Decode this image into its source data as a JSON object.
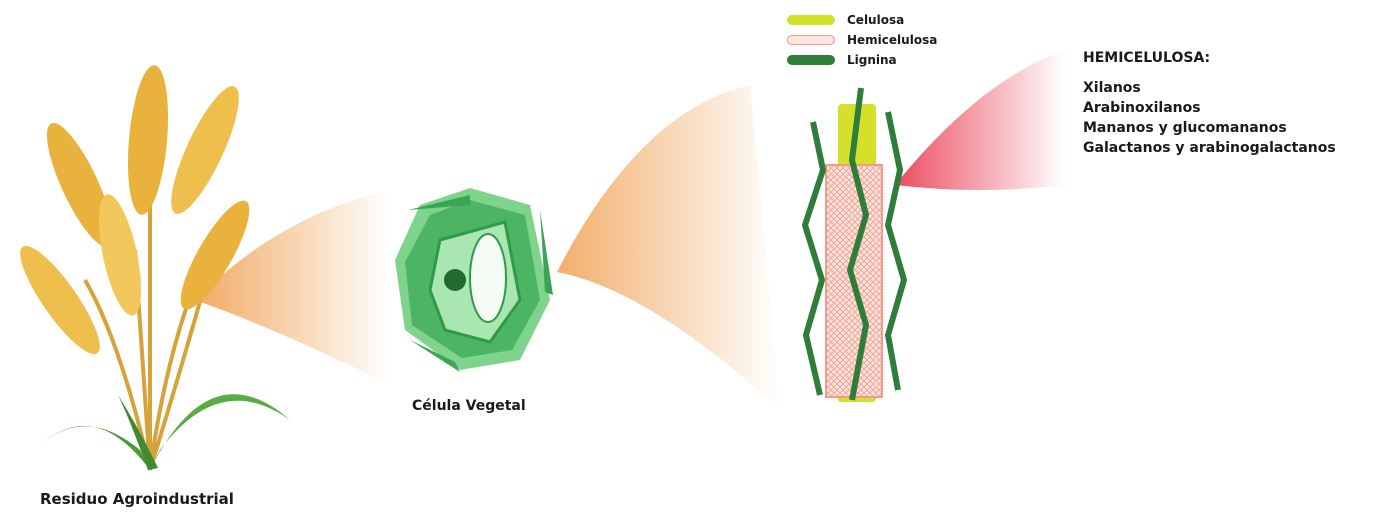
{
  "labels": {
    "residue": "Residuo Agroindustrial",
    "cell": "Célula Vegetal"
  },
  "legend": [
    {
      "label": "Celulosa",
      "color": "#d4e02a"
    },
    {
      "label": "Hemicelulosa",
      "color": "#f39a8a"
    },
    {
      "label": "Lignina",
      "color": "#2e7d3a"
    }
  ],
  "hemicellulose": {
    "title": "HEMICELULOSA:",
    "items": [
      "Xilanos",
      "Arabinoxilanos",
      "Mananos y glucomananos",
      "Galactanos y arabinogalactanos"
    ]
  },
  "colors": {
    "wheat": "#e9b23c",
    "cell_green": "#7fd48c",
    "cell_dark": "#2f9a4a",
    "fan_orange": "#f0a55a",
    "fan_red": "#e8394d"
  }
}
